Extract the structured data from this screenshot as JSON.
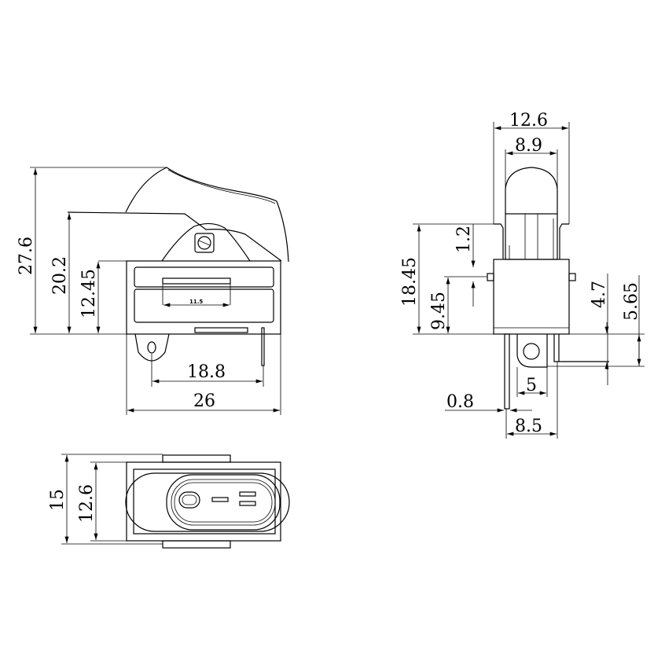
{
  "front_view": {
    "dims": {
      "height_total": "27.6",
      "height_body_rocker": "20.2",
      "height_body": "12.45",
      "pin_span": "18.8",
      "width": "26",
      "window": "11.5"
    }
  },
  "side_view": {
    "dims": {
      "width": "12.6",
      "rocker_width": "8.9",
      "height": "18.45",
      "pin_height": "9.45",
      "step": "1.2",
      "pin_len_a": "4.7",
      "pin_len_b": "5.65",
      "lug": "5",
      "pin_thickness": "0.8",
      "pin_pitch": "8.5"
    }
  },
  "top_view": {
    "dims": {
      "depth": "15",
      "body_depth": "12.6"
    }
  }
}
